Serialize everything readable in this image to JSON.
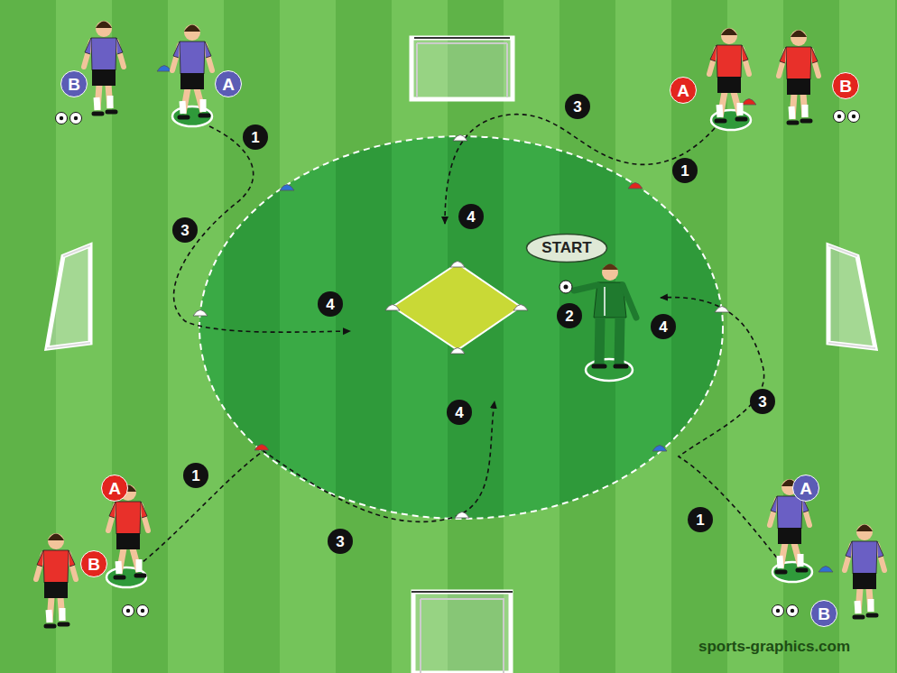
{
  "diagram": {
    "nodes": [
      {
        "text": [
          "START"
        ]
      }
    ],
    "labels": [
      "B",
      "A",
      "A",
      "B",
      "1",
      "3",
      "1",
      "3",
      "4",
      "4",
      "2",
      "4",
      "3",
      "4",
      "1",
      "3",
      "1",
      "A",
      "B",
      "A",
      "B",
      "sports-graphics.com"
    ]
  }
}
